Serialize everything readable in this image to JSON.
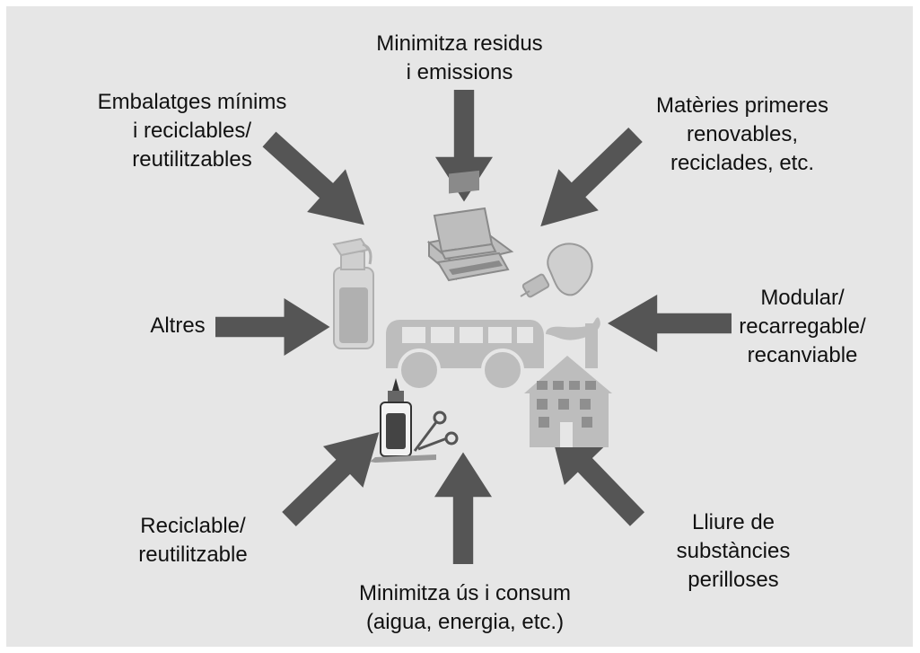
{
  "colors": {
    "background": "#e6e6e6",
    "arrow": "#555555",
    "icon_fill": "#bdbdbd",
    "icon_dark": "#8a8a8a",
    "text": "#111111"
  },
  "labels": {
    "top": [
      "Minimitza residus",
      "i emissions"
    ],
    "top_left": [
      "Embalatges mínims",
      "i reciclables/",
      "reutilitzables"
    ],
    "top_right": [
      "Matèries primeres",
      "renovables,",
      "reciclades, etc."
    ],
    "left": [
      "Altres"
    ],
    "right": [
      "Modular/",
      "recarregable/",
      "recanviable"
    ],
    "bottom_left": [
      "Reciclable/",
      "reutilitzable"
    ],
    "bottom": [
      "Minimitza ús i consum",
      "(aigua, energia, etc.)"
    ],
    "bottom_right": [
      "Lliure de",
      "substàncies",
      "perilloses"
    ]
  },
  "icons": [
    "computer-icon",
    "lightbulb-icon",
    "spray-bottle-icon",
    "bus-icon",
    "factory-house-icon",
    "glue-bottle-icon",
    "scissors-icon"
  ]
}
